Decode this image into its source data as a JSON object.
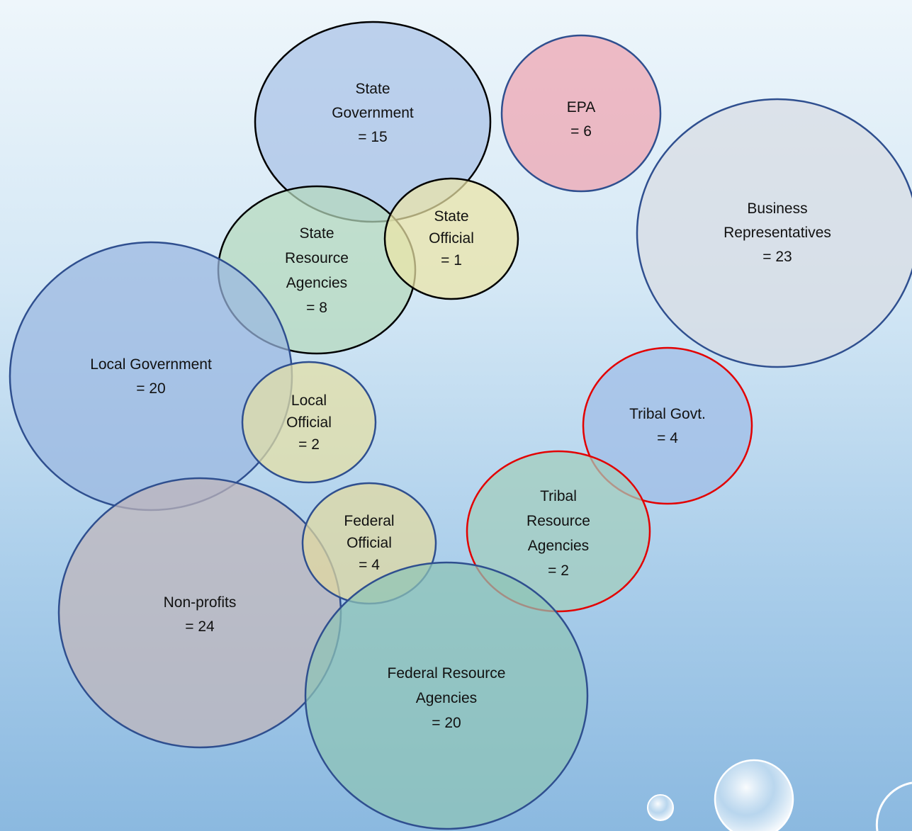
{
  "stakeholders": [
    {
      "id": "state-government",
      "lines": [
        "State",
        "Government",
        "= 15"
      ],
      "fill": "#a9c2e6",
      "stroke": "#000000"
    },
    {
      "id": "epa",
      "lines": [
        "EPA",
        "= 6"
      ],
      "fill": "#eea3b0",
      "stroke": "#2f4f8f"
    },
    {
      "id": "business-representatives",
      "lines": [
        "Business",
        "Representatives",
        "= 23"
      ],
      "fill": "#d8dde3",
      "stroke": "#2f4f8f"
    },
    {
      "id": "state-resource-agencies",
      "lines": [
        "State",
        "Resource",
        "Agencies",
        "= 8"
      ],
      "fill": "#b5d9bd",
      "stroke": "#000000"
    },
    {
      "id": "state-official",
      "lines": [
        "State",
        "Official",
        "= 1"
      ],
      "fill": "#ebe5a6",
      "stroke": "#000000"
    },
    {
      "id": "local-government",
      "lines": [
        "Local Government",
        "= 20"
      ],
      "fill": "#9ab7e0",
      "stroke": "#2f4f8f"
    },
    {
      "id": "local-official",
      "lines": [
        "Local",
        "Official",
        "= 2"
      ],
      "fill": "#e4dfa3",
      "stroke": "#2f4f8f"
    },
    {
      "id": "tribal-govt",
      "lines": [
        "Tribal Govt.",
        "= 4"
      ],
      "fill": "#9fbde6",
      "stroke": "#e30000"
    },
    {
      "id": "tribal-resource-agencies",
      "lines": [
        "Tribal",
        "Resource",
        "Agencies",
        "= 2"
      ],
      "fill": "#a2cdbd",
      "stroke": "#e30000"
    },
    {
      "id": "non-profits",
      "lines": [
        "Non-profits",
        "= 24"
      ],
      "fill": "#c0b6ba",
      "stroke": "#2f4f8f"
    },
    {
      "id": "federal-official",
      "lines": [
        "Federal",
        "Official",
        "= 4"
      ],
      "fill": "#e2daa0",
      "stroke": "#2f4f8f"
    },
    {
      "id": "federal-resource-agencies",
      "lines": [
        "Federal Resource",
        "Agencies",
        "= 20"
      ],
      "fill": "#8ec3b5",
      "stroke": "#2f4f8f"
    }
  ]
}
